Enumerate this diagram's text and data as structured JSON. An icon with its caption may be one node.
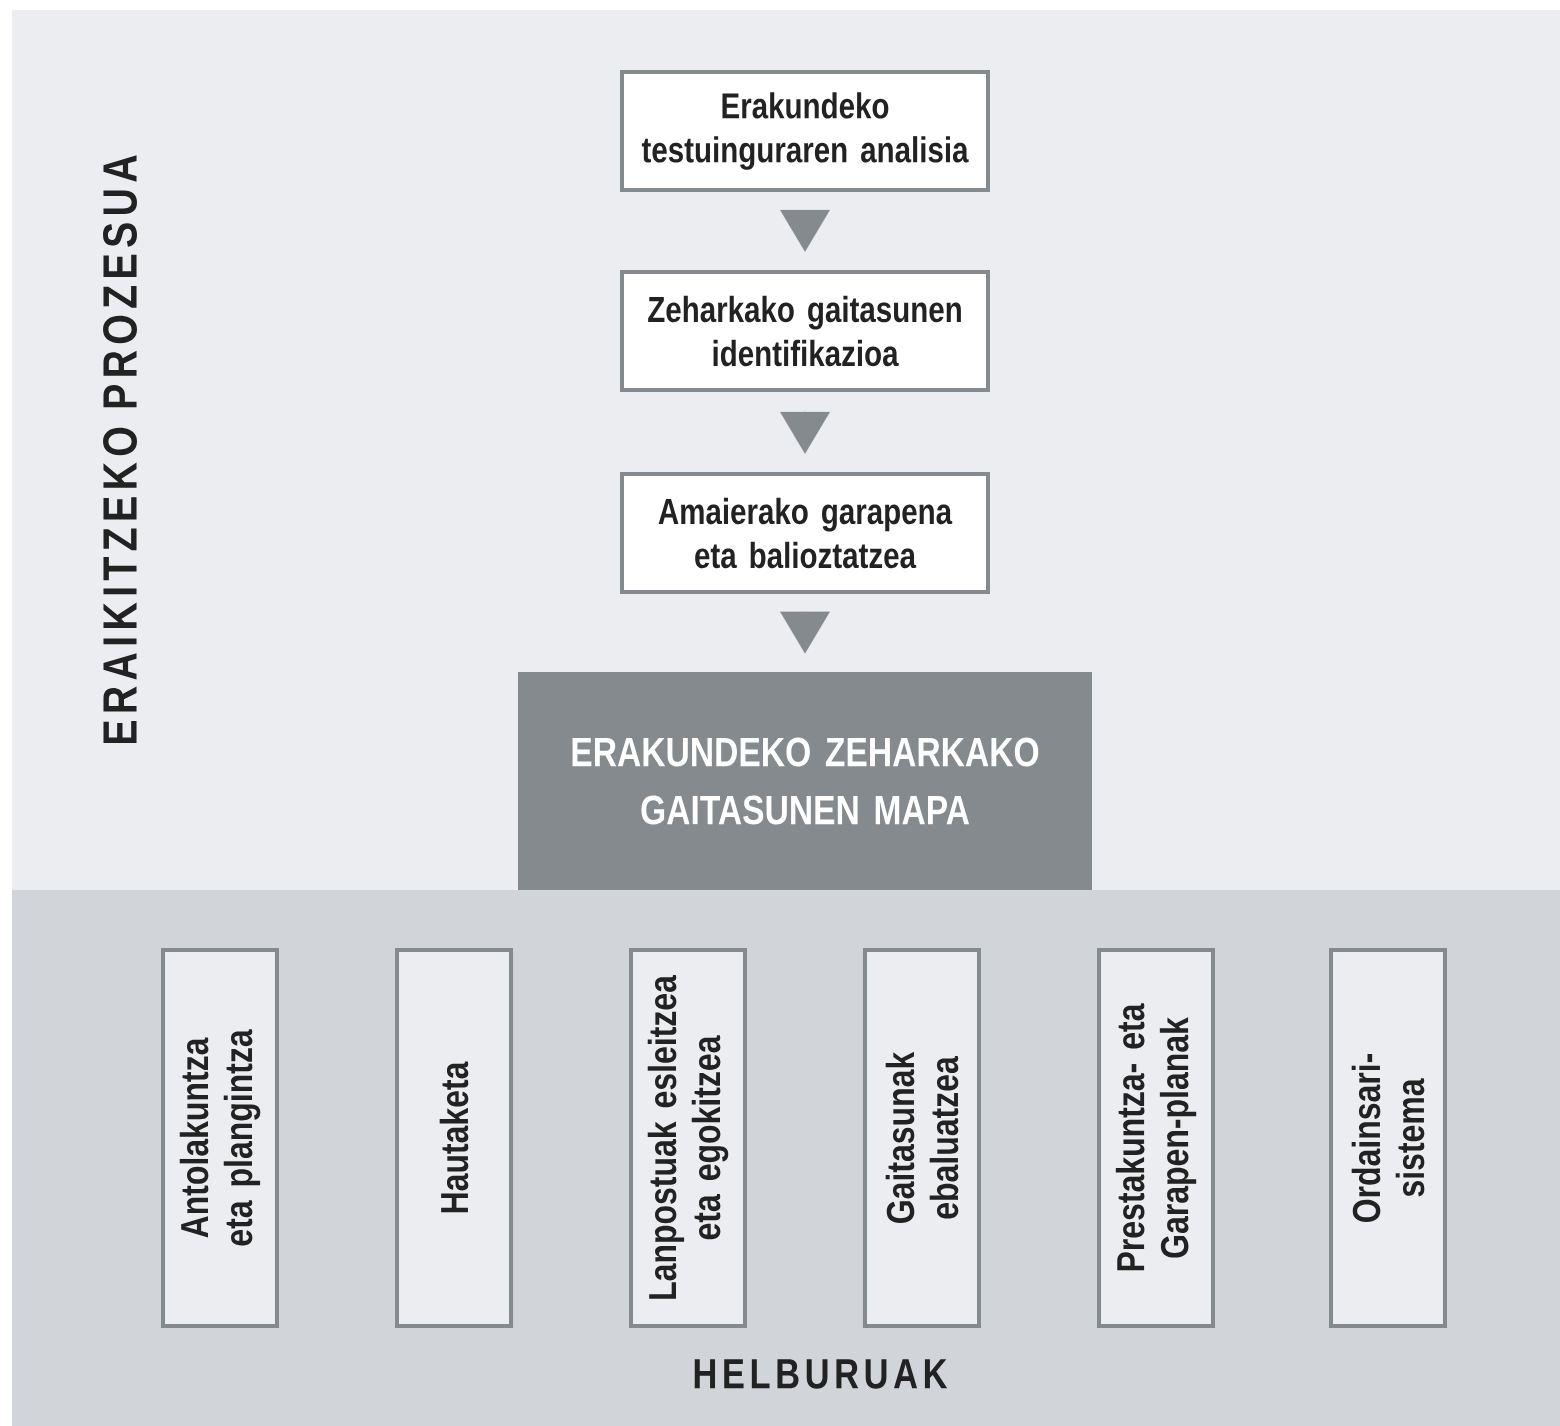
{
  "diagram": {
    "nodes": [
      {
        "text": [
          "ERAIKITZEKO PROZESUA"
        ]
      },
      {
        "text": [
          "Erakundeko testuinguraren analisia"
        ],
        "in": 0
      },
      {
        "text": [
          "Zeharkako gaitasunen identifikazioa"
        ],
        "in": 0
      },
      {
        "text": [
          "Amaierako garapena eta balioztatzea"
        ],
        "in": 0
      },
      {
        "text": [
          "ERAKUNDEKO ZEHARKAKO GAITASUNEN MAPA"
        ],
        "in": 0
      },
      {
        "text": [
          "HELBURUAK"
        ]
      },
      {
        "text": [
          "Antolakuntza eta plangintza"
        ],
        "in": 5
      },
      {
        "text": [
          "Hautaketa"
        ],
        "in": 5
      },
      {
        "text": [
          "Lanpostuak esleitzea eta egokitzea"
        ],
        "in": 5
      },
      {
        "text": [
          "Gaitasunak ebaluatzea"
        ],
        "in": 5
      },
      {
        "text": [
          "Prestakuntza- eta Garapen-planak"
        ],
        "in": 5
      },
      {
        "text": [
          "Ordainsari-sistema"
        ],
        "in": 5
      }
    ],
    "edges": [
      {
        "from": 1,
        "to": 2,
        "arrow": "to"
      },
      {
        "from": 2,
        "to": 3,
        "arrow": "to"
      },
      {
        "from": 3,
        "to": 4,
        "arrow": "to"
      }
    ]
  }
}
